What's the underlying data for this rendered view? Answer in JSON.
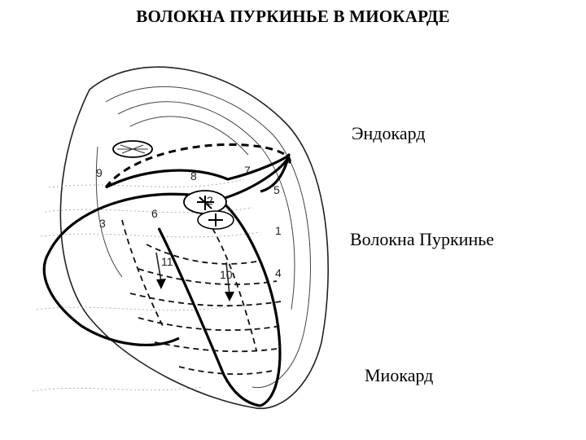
{
  "title": "ВОЛОКНА ПУРКИНЬЕ В МИОКАРДЕ",
  "labels": {
    "endocardium": "Эндокард",
    "purkinje": "Волокна Пуркинье",
    "myocardium": "Миокард"
  },
  "figure_numbers": {
    "n1": "1",
    "n2": "2",
    "n3": "3",
    "n4": "4",
    "n5": "5",
    "n6": "6",
    "n7": "7",
    "n8": "8",
    "n9": "9",
    "n10": "10",
    "n11": "11"
  },
  "colors": {
    "line": "#000000",
    "background": "#ffffff"
  }
}
